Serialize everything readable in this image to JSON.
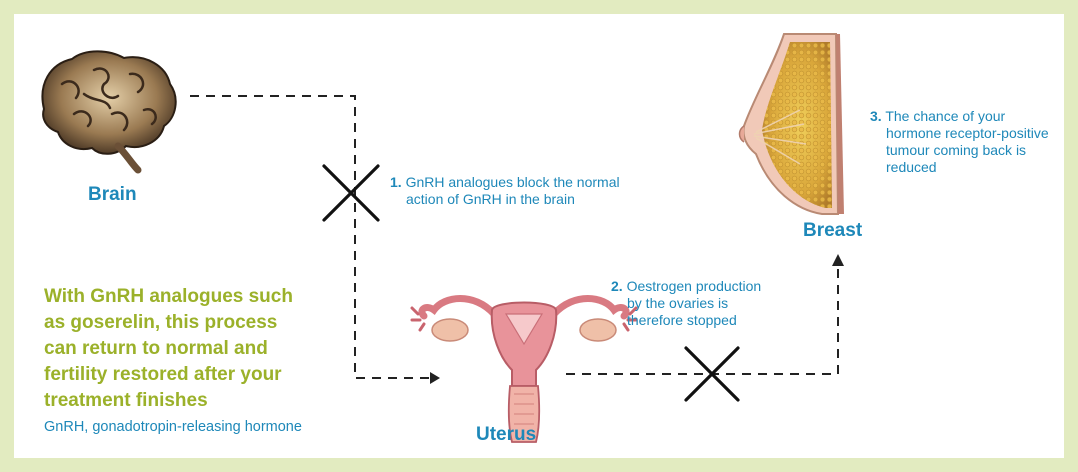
{
  "organs": {
    "brain": "Brain",
    "uterus": "Uterus",
    "breast": "Breast"
  },
  "steps": [
    {
      "number": "1.",
      "line1": "GnRH analogues block the normal",
      "line2": "action of GnRH in the brain"
    },
    {
      "number": "2.",
      "line1": "Oestrogen production",
      "line2": "by the ovaries is",
      "line3": "therefore stopped"
    },
    {
      "number": "3.",
      "line1": "The chance of your",
      "line2": "hormone receptor-positive",
      "line3": "tumour coming back is",
      "line4": "reduced"
    }
  ],
  "headline": {
    "line1": "With GnRH analogues such",
    "line2": "as goserelin, this process",
    "line3": "can return to normal and",
    "line4": "fertility restored after your",
    "line5": "treatment finishes"
  },
  "footnote": "GnRH, gonadotropin-releasing hormone",
  "colors": {
    "border": "#e2ebc0",
    "blue_text": "#1e88b9",
    "green_text": "#9bb12a",
    "arrow": "#222222"
  },
  "icons": [
    "brain-illustration",
    "uterus-illustration",
    "breast-illustration",
    "block-cross-icon"
  ]
}
